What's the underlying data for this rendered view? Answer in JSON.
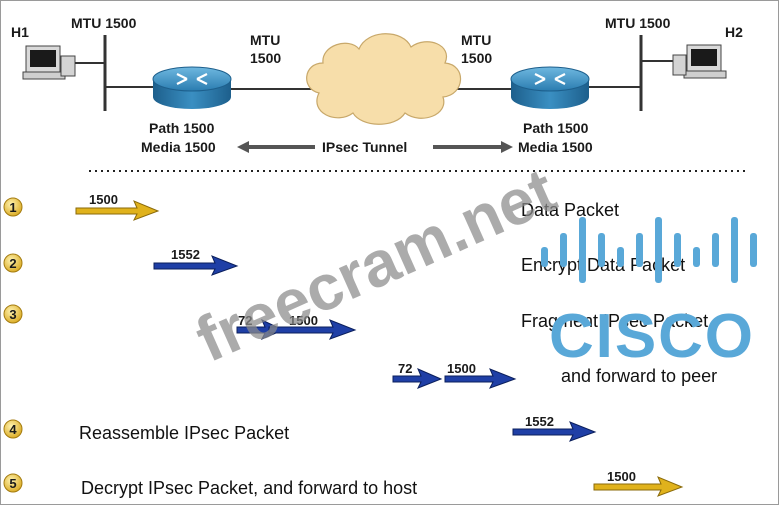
{
  "hosts": {
    "h1": "H1",
    "h2": "H2"
  },
  "mtu": {
    "h1_link": "MTU 1500",
    "h2_link": "MTU 1500",
    "left_router_line1": "MTU",
    "left_router_line2": "1500",
    "right_router_line1": "MTU",
    "right_router_line2": "1500"
  },
  "path_info": {
    "left_path": "Path 1500",
    "left_media": "Media 1500",
    "right_path": "Path 1500",
    "right_media": "Media 1500",
    "tunnel": "IPsec Tunnel"
  },
  "steps": [
    {
      "num": "1",
      "label": "Data Packet"
    },
    {
      "num": "2",
      "label": "Encrypt Data Packet"
    },
    {
      "num": "3",
      "label": "Fragment IPsec Packet",
      "label2": "and forward to peer"
    },
    {
      "num": "4",
      "label": "Reassemble IPsec Packet"
    },
    {
      "num": "5",
      "label": "Decrypt IPsec Packet, and forward to host"
    }
  ],
  "packets": {
    "p1": "1500",
    "p2": "1552",
    "p3a": "72",
    "p3b": "1500",
    "p3c": "72",
    "p3d": "1500",
    "p4": "1552",
    "p5": "1500"
  },
  "colors": {
    "yellow_arrow": "#e0b21c",
    "blue_arrow": "#1f3fa6",
    "router": "#2b7fb2",
    "cloud": "#f7deaa",
    "cisco_logo": "#59a8d8",
    "badge": "#e3b92f"
  },
  "watermark": "freecram.net",
  "logo": {
    "text": "CISCO"
  }
}
